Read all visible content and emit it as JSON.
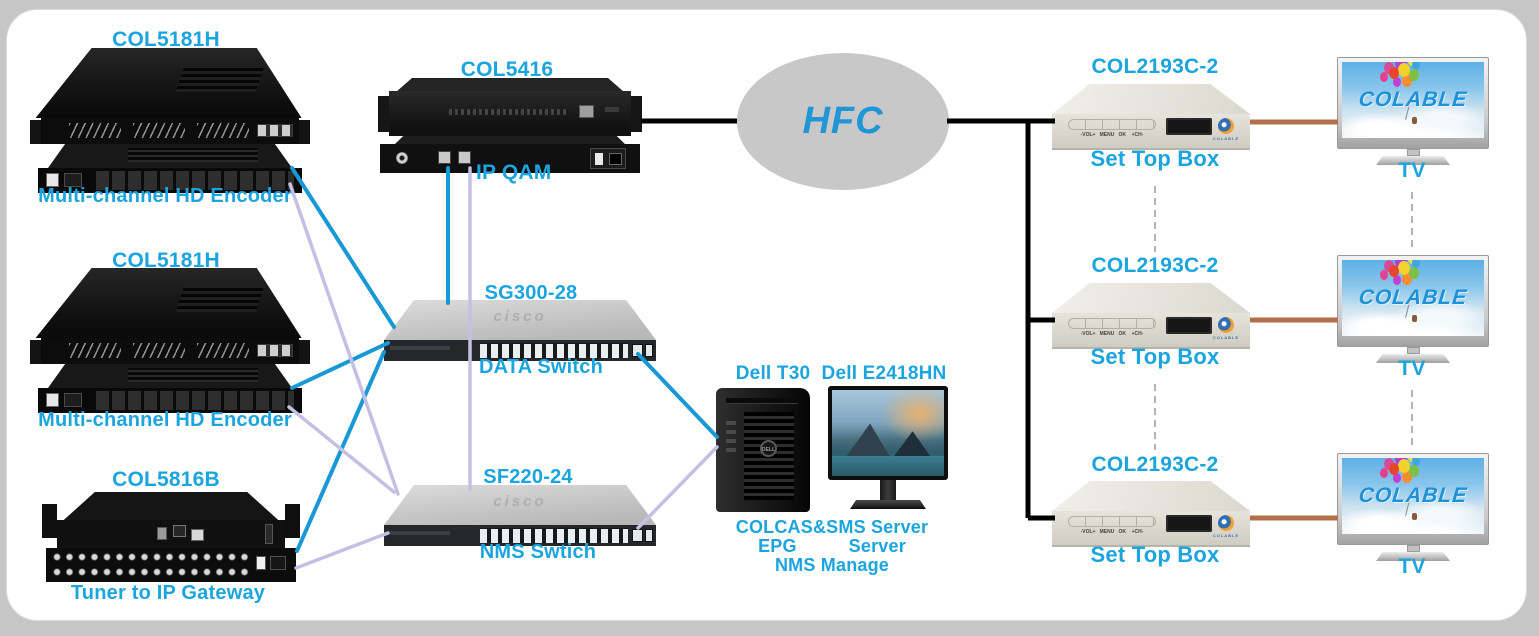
{
  "colors": {
    "label_blue": "#1ba4de",
    "hfc_blue": "#2196d6",
    "line_blue": "#1898d5",
    "line_purple": "#c5c0e3",
    "line_black": "#000000",
    "line_brown": "#b2714a",
    "dashed_gray": "#b3b3b3",
    "frame_gray": "#c6c6c6"
  },
  "left_column": {
    "encoder_top": {
      "model": "COL5181H",
      "caption": "Multi-channel HD Encoder"
    },
    "encoder_mid": {
      "model": "COL5181H",
      "caption": "Multi-channel HD Encoder"
    },
    "gateway": {
      "model": "COL5816B",
      "caption": "Tuner to IP Gateway"
    }
  },
  "middle_column": {
    "qam": {
      "model": "COL5416",
      "caption": "IP QAM"
    },
    "data_switch": {
      "model": "SG300-28",
      "caption": "DATA Switch",
      "brand": "cisco"
    },
    "nms_switch": {
      "model": "SF220-24",
      "caption": "NMS Swtich",
      "brand": "cisco"
    },
    "server": {
      "tower_model": "Dell T30",
      "monitor_model": "Dell E2418HN",
      "tower_badge": "DELL",
      "caption_line1": "COLCAS&SMS Server",
      "caption_line2": "EPG          Server",
      "caption_line3": "NMS Manage"
    }
  },
  "hfc": {
    "label": "HFC"
  },
  "right_column": {
    "stb": {
      "model": "COL2193C-2",
      "caption": "Set Top Box",
      "panel_buttons": "-VOL+   MENU   OK    +CH-",
      "logo_text": "COLABLE"
    },
    "tv": {
      "caption": "TV",
      "screen_brand": "COLABLE"
    }
  }
}
